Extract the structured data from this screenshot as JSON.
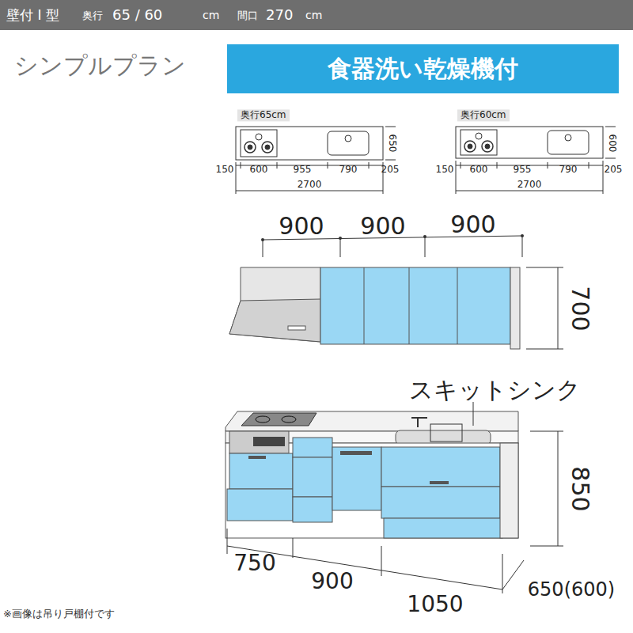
{
  "diagram": {
    "title": "シンプルプラン",
    "nodes": [
      {
        "text": [
          "食器洗い乾燥機付"
        ]
      }
    ],
    "labels": [
      "壁付 I 型",
      "奥行",
      "65 / 60",
      "cm",
      "間口",
      "270",
      "cm",
      "奥行65cm",
      "150",
      "600",
      "955",
      "790",
      "205",
      "2700",
      "650",
      "奥行60cm",
      "150",
      "600",
      "955",
      "790",
      "205",
      "2700",
      "600",
      "900",
      "900",
      "900",
      "700",
      "スキットシンク",
      "850",
      "750",
      "900",
      "1050",
      "650(600)",
      "※画像は吊り戸棚付です"
    ]
  }
}
